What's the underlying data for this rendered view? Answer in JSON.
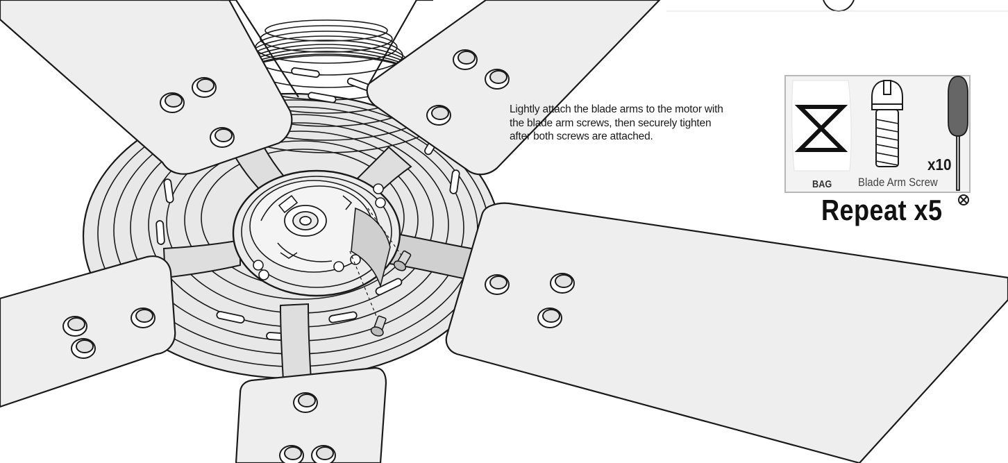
{
  "instruction": {
    "lines": [
      "Lightly attach the blade arms to the motor with",
      "the blade arm screws, then securely tighten",
      "after both screws are attached."
    ]
  },
  "parts": {
    "bag_label": "BAG",
    "screw_name": "Blade Arm Screw",
    "quantity": "x10",
    "repeat": "Repeat x5"
  },
  "colors": {
    "line": "#1a1a1a",
    "blade_fill": "#eeeeee",
    "motor_fill": "#e6e6e6",
    "arm_fill": "#dcdcdc",
    "highlight": "#d2d2d2",
    "panel_bg": "#f3f3f3"
  },
  "icons": [
    "hourglass-icon",
    "screw-icon",
    "screwdriver-icon",
    "cross-recess-icon"
  ]
}
